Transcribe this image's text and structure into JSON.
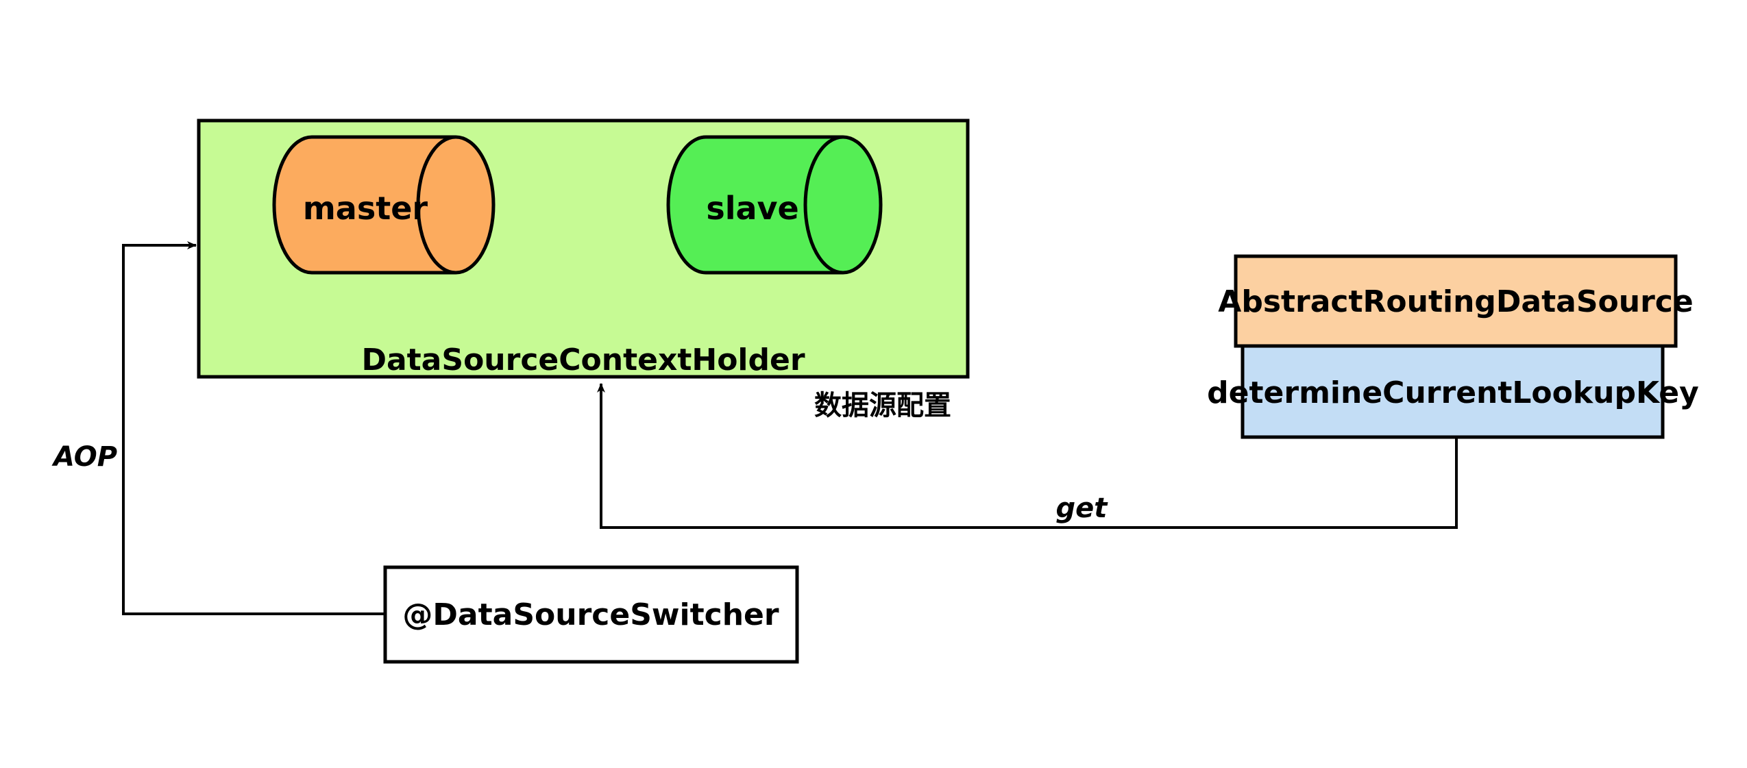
{
  "diagram": {
    "title": "Spring dynamic datasource routing diagram",
    "background": "#ffffff"
  },
  "colors": {
    "container_green": "#c6fa94",
    "master_orange": "#fcab5e",
    "slave_green": "#55ee55",
    "abstract_orange": "#fcd0a1",
    "determine_blue": "#c3ddf5",
    "white": "#ffffff",
    "stroke": "#000000"
  },
  "container": {
    "label": "DataSourceContextHolder",
    "caption": "数据源配置",
    "cylinders": [
      {
        "label": "master",
        "fill": "#fcab5e"
      },
      {
        "label": "slave",
        "fill": "#55ee55"
      }
    ]
  },
  "boxes": {
    "abstract_routing_data_source": "AbstractRoutingDataSource",
    "determine_current_lookup_key": "determineCurrentLookupKey",
    "data_source_switcher": "@DataSourceSwitcher"
  },
  "edges": [
    {
      "label": "AOP",
      "from": "@DataSourceSwitcher",
      "to": "DataSourceContextHolder"
    },
    {
      "label": "get",
      "from": "determineCurrentLookupKey",
      "to": "DataSourceContextHolder"
    }
  ]
}
